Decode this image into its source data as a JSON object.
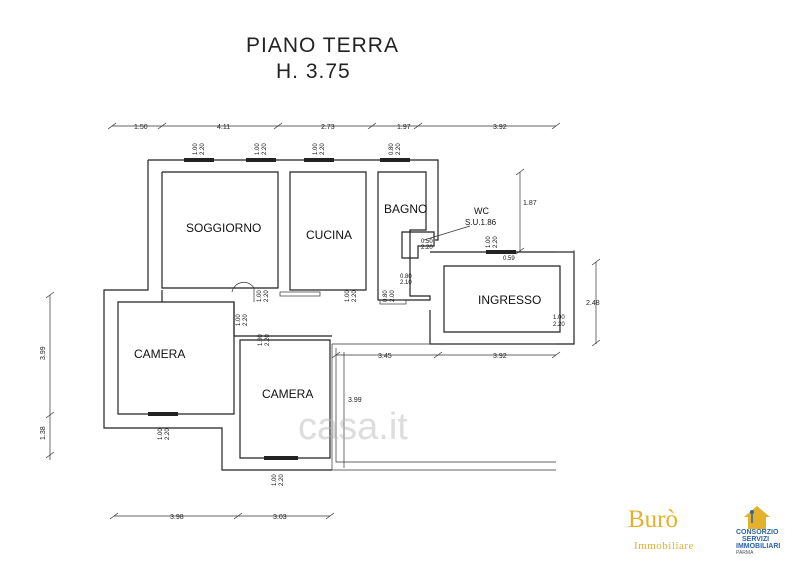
{
  "title": {
    "line1": "PIANO TERRA",
    "line2": "H. 3.75"
  },
  "rooms": {
    "soggiorno": "SOGGIORNO",
    "cucina": "CUCINA",
    "bagno": "BAGNO",
    "wc": "WC",
    "wc_area": "S.U.1.86",
    "ingresso": "INGRESSO",
    "camera_left": "CAMERA",
    "camera_center": "CAMERA"
  },
  "dimensions": {
    "top": [
      "1.50",
      "4.11",
      "2.73",
      "1.97",
      "3.92"
    ],
    "bottom": [
      "3.98",
      "3.03"
    ],
    "left": [
      "3.99",
      "1.38"
    ],
    "right_top": "1.87",
    "right_ingresso": "2.48",
    "patio_horizontal": [
      "3.45",
      "3.92"
    ],
    "patio_vertical": "3.99"
  },
  "openings": {
    "w1": [
      "1.00",
      "2.20"
    ],
    "w2": [
      "1.00",
      "2.20"
    ],
    "w3": [
      "1.00",
      "2.20"
    ],
    "w4": [
      "0.80",
      "2.20"
    ],
    "wc_window": [
      "0.50",
      "2.20"
    ],
    "wc_door": [
      "0.80",
      "2.10"
    ],
    "ingresso_window": [
      "1.00",
      "2.20"
    ],
    "ingresso_small": "0.59",
    "ingresso_door": [
      "1.00",
      "2.20"
    ],
    "soggiorno_door": [
      "1.00",
      "2.20"
    ],
    "cucina_door": [
      "1.00",
      "2.20"
    ],
    "bagno_door": [
      "0.80",
      "2.00"
    ],
    "camera_left_door": [
      "1.00",
      "2.20"
    ],
    "camera_left_window": [
      "1.00",
      "2.20"
    ],
    "camera_center_door": [
      "1.00",
      "2.20"
    ],
    "camera_center_window": [
      "1.00",
      "2.20"
    ]
  },
  "branding": {
    "buro": "Burò",
    "immobiliare": "Immobiliare",
    "consorzio_line1": "CONSORZIO",
    "consorzio_line2": "SERVIZI",
    "consorzio_line3": "IMMOBILIARI",
    "consorzio_city": "PARMA",
    "watermark": "casa.it"
  },
  "colors": {
    "buro_gold": "#e3b12b",
    "consorzio_blue": "#2a62a8",
    "wall": "#222222"
  }
}
